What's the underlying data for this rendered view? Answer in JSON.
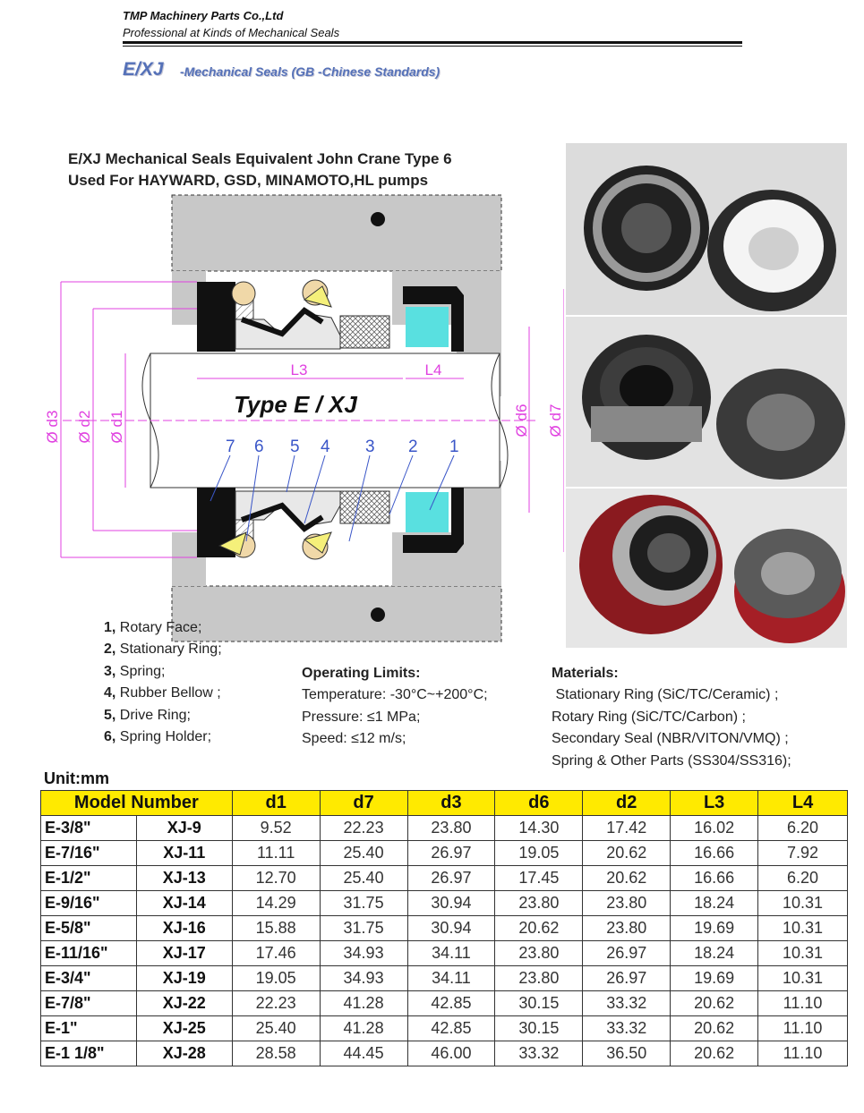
{
  "header": {
    "company": "TMP Machinery Parts Co.,Ltd",
    "tagline": "Professional at Kinds of Mechanical Seals"
  },
  "series": {
    "code": "E/XJ",
    "description": "-Mechanical Seals (GB -Chinese Standards)"
  },
  "diagram": {
    "title_line1": "E/XJ Mechanical Seals  Equivalent John Crane Type 6",
    "title_line2": "Used For HAYWARD, GSD, MINAMOTO,HL pumps",
    "type_label": "Type E / XJ",
    "dims": {
      "d3": "Ø d3",
      "d2": "Ø d2",
      "d1": "Ø d1",
      "d6": "Ø d6",
      "d7": "Ø d7",
      "L3": "L3",
      "L4": "L4"
    },
    "callouts": [
      "7",
      "6",
      "5",
      "4",
      "3",
      "2",
      "1"
    ],
    "colors": {
      "housing": "#c8c8c8",
      "face": "#59e0e0",
      "rubber": "#111111",
      "spring": "#f5f07a",
      "dim": "#e040e0",
      "callout": "#3a56c8"
    }
  },
  "parts": [
    {
      "num": "1,",
      "name": "Rotary Face;"
    },
    {
      "num": "2,",
      "name": "Stationary Ring;"
    },
    {
      "num": "3,",
      "name": "Spring;"
    },
    {
      "num": "4,",
      "name": "Rubber Bellow ;"
    },
    {
      "num": "5,",
      "name": "Drive Ring;"
    },
    {
      "num": "6,",
      "name": "Spring Holder;"
    }
  ],
  "operating_limits": {
    "title": "Operating Limits:",
    "lines": [
      "Temperature: -30°C~+200°C;",
      "Pressure: ≤1 MPa;",
      "Speed: ≤12 m/s;"
    ]
  },
  "materials": {
    "title": "Materials:",
    "lines": [
      " Stationary Ring (SiC/TC/Ceramic) ;",
      "Rotary Ring (SiC/TC/Carbon) ;",
      "Secondary Seal (NBR/VITON/VMQ) ;",
      "Spring & Other Parts (SS304/SS316);"
    ]
  },
  "table": {
    "unit": "Unit:mm",
    "headers": [
      "Model Number",
      "d1",
      "d7",
      "d3",
      "d6",
      "d2",
      "L3",
      "L4"
    ],
    "rows": [
      [
        "E-3/8\"",
        "XJ-9",
        "9.52",
        "22.23",
        "23.80",
        "14.30",
        "17.42",
        "16.02",
        "6.20"
      ],
      [
        "E-7/16\"",
        "XJ-11",
        "11.11",
        "25.40",
        "26.97",
        "19.05",
        "20.62",
        "16.66",
        "7.92"
      ],
      [
        "E-1/2\"",
        "XJ-13",
        "12.70",
        "25.40",
        "26.97",
        "17.45",
        "20.62",
        "16.66",
        "6.20"
      ],
      [
        "E-9/16\"",
        "XJ-14",
        "14.29",
        "31.75",
        "30.94",
        "23.80",
        "23.80",
        "18.24",
        "10.31"
      ],
      [
        "E-5/8\"",
        "XJ-16",
        "15.88",
        "31.75",
        "30.94",
        "20.62",
        "23.80",
        "19.69",
        "10.31"
      ],
      [
        "E-11/16\"",
        "XJ-17",
        "17.46",
        "34.93",
        "34.11",
        "23.80",
        "26.97",
        "18.24",
        "10.31"
      ],
      [
        "E-3/4\"",
        "XJ-19",
        "19.05",
        "34.93",
        "34.11",
        "23.80",
        "26.97",
        "19.69",
        "10.31"
      ],
      [
        "E-7/8\"",
        "XJ-22",
        "22.23",
        "41.28",
        "42.85",
        "30.15",
        "33.32",
        "20.62",
        "11.10"
      ],
      [
        "E-1\"",
        "XJ-25",
        "25.40",
        "41.28",
        "42.85",
        "30.15",
        "33.32",
        "20.62",
        "11.10"
      ],
      [
        "E-1 1/8\"",
        "XJ-28",
        "28.58",
        "44.45",
        "46.00",
        "33.32",
        "36.50",
        "20.62",
        "11.10"
      ]
    ]
  }
}
